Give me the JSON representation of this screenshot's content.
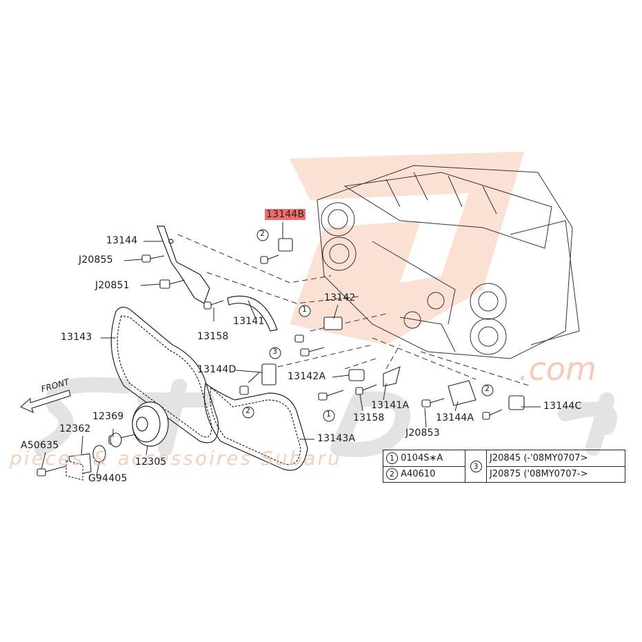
{
  "watermark": {
    "brand": "StelDesign",
    "domain": ".com",
    "tagline": "pieces & accessoires Subaru",
    "accent_color": "#f4a484",
    "gray_color": "#c8c8c8"
  },
  "direction_label": "FRONT",
  "parts": {
    "p13144B": "13144B",
    "p13144": "13144",
    "pJ20855": "J20855",
    "pJ20851": "J20851",
    "p13142": "13142",
    "p13141": "13141",
    "p13158a": "13158",
    "p13143": "13143",
    "p13144D": "13144D",
    "p13142A": "13142A",
    "p13141A": "13141A",
    "p13158b": "13158",
    "p13144C": "13144C",
    "p13144A": "13144A",
    "pJ20853": "J20853",
    "p12369": "12369",
    "p12362": "12362",
    "pA50635": "A50635",
    "p12305": "12305",
    "p13143A": "13143A",
    "pG94405": "G94405"
  },
  "callouts": {
    "c1a": "1",
    "c1b": "1",
    "c2a": "2",
    "c2b": "2",
    "c2c": "2",
    "c3": "3"
  },
  "legend": {
    "r1_num": "1",
    "r1_part": "0104S∗A",
    "r2_num": "2",
    "r2_part": "A40610",
    "r3_num": "3",
    "r3_a": "J20845 (-'08MY0707>",
    "r3_b": "J20875 ('08MY0707->"
  }
}
